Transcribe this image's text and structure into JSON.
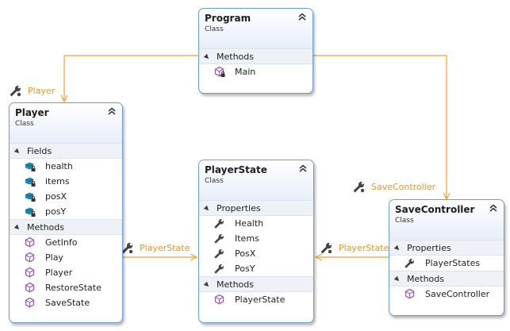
{
  "classes": {
    "program": {
      "name": "Program",
      "stereotype": "Class",
      "sections": [
        {
          "title": "Methods",
          "members": [
            {
              "name": "Main",
              "kind": "method-lock"
            }
          ]
        }
      ]
    },
    "player": {
      "name": "Player",
      "stereotype": "Class",
      "sections": [
        {
          "title": "Fields",
          "members": [
            {
              "name": "health",
              "kind": "field-lock"
            },
            {
              "name": "items",
              "kind": "field-lock"
            },
            {
              "name": "posX",
              "kind": "field-lock"
            },
            {
              "name": "posY",
              "kind": "field-lock"
            }
          ]
        },
        {
          "title": "Methods",
          "members": [
            {
              "name": "GetInfo",
              "kind": "method"
            },
            {
              "name": "Play",
              "kind": "method"
            },
            {
              "name": "Player",
              "kind": "method"
            },
            {
              "name": "RestoreState",
              "kind": "method"
            },
            {
              "name": "SaveState",
              "kind": "method"
            }
          ]
        }
      ]
    },
    "playerstate": {
      "name": "PlayerState",
      "stereotype": "Class",
      "sections": [
        {
          "title": "Properties",
          "members": [
            {
              "name": "Health",
              "kind": "property"
            },
            {
              "name": "Items",
              "kind": "property"
            },
            {
              "name": "PosX",
              "kind": "property"
            },
            {
              "name": "PosY",
              "kind": "property"
            }
          ]
        },
        {
          "title": "Methods",
          "members": [
            {
              "name": "PlayerState",
              "kind": "method"
            }
          ]
        }
      ]
    },
    "savecontroller": {
      "name": "SaveController",
      "stereotype": "Class",
      "sections": [
        {
          "title": "Properties",
          "members": [
            {
              "name": "PlayerStates",
              "kind": "property"
            }
          ]
        },
        {
          "title": "Methods",
          "members": [
            {
              "name": "SaveController",
              "kind": "method"
            }
          ]
        }
      ]
    }
  },
  "associations": {
    "program_player": "Player",
    "program_savecontroller": "SaveController",
    "player_playerstate": "PlayerState",
    "savecontroller_playerstate": "PlayerState"
  },
  "colors": {
    "connector": "#f0a030",
    "label": "#e3962e",
    "border": "#6b9ad6",
    "method_icon": "#9b59b6",
    "field_icon": "#1e88b7"
  }
}
